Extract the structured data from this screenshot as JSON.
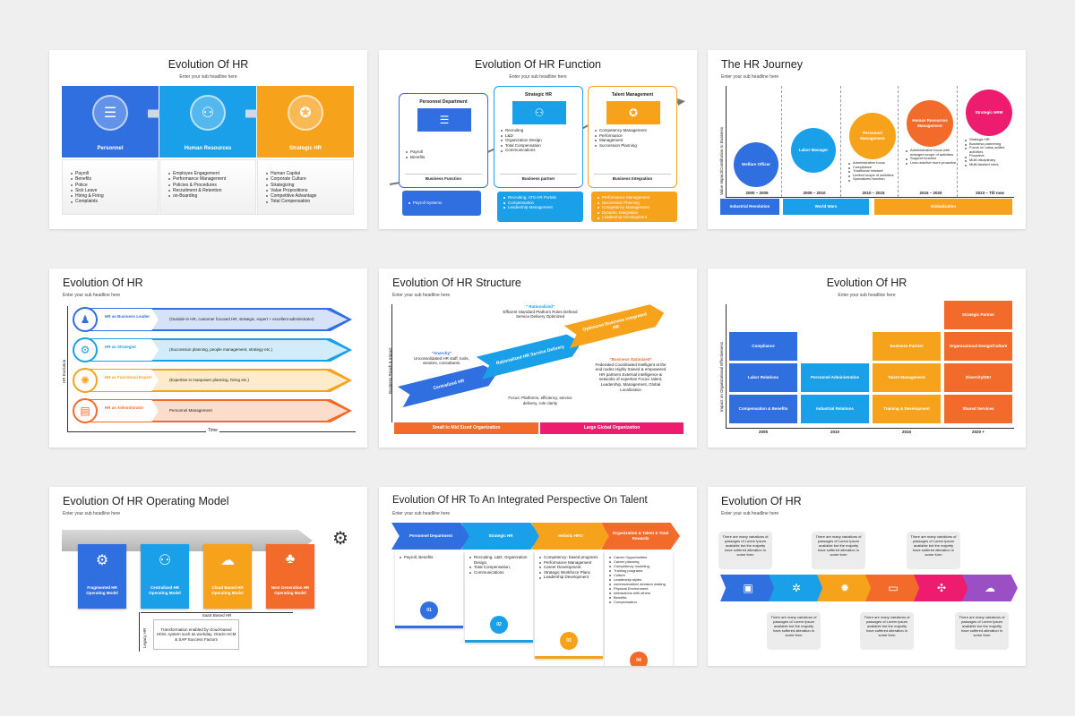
{
  "s1": {
    "title": "Evolution Of HR",
    "sub": "Enter your sub headline here",
    "cols": [
      {
        "label": "Personnel",
        "color": "#2f6fe0",
        "icon": "clipboard-icon",
        "glyph": "☰",
        "items": [
          "Payroll",
          "Benefits",
          "Police",
          "Sick Leave",
          "Hiring & Firing",
          "Complaints"
        ]
      },
      {
        "label": "Human Resources",
        "color": "#1aa0e8",
        "icon": "people-network-icon",
        "glyph": "⚇",
        "items": [
          "Employee Engagement",
          "Performance Management",
          "Policies & Procedures",
          "Recruitment & Retention",
          "on-Boarding"
        ]
      },
      {
        "label": "Strategic HR",
        "color": "#f7a21b",
        "icon": "strategy-network-icon",
        "glyph": "✪",
        "items": [
          "Human Capital",
          "Corporate Culture",
          "Strategizing",
          "Value Propositions",
          "Competitive Advantage",
          "Total Compensation"
        ]
      }
    ]
  },
  "s2": {
    "title": "Evolution Of HR Function",
    "sub": "Enter your sub headline here",
    "cards": [
      {
        "head": "Personnel Department",
        "color": "#2f6fe0",
        "icon": "document-icon",
        "glyph": "☰",
        "items": [
          "Payroll",
          "Benefits"
        ],
        "foot": "Business Function",
        "bottom": [
          "Payroll Systems"
        ]
      },
      {
        "head": "Strategic HR",
        "color": "#1aa0e8",
        "icon": "team-icon",
        "glyph": "⚇",
        "items": [
          "Recruiting",
          "L&D",
          "Organization Design",
          "Total Compensation",
          "Communications"
        ],
        "foot": "Business partner",
        "bottom": [
          "Recruiting, ATS HR Portals",
          "Compensation",
          "Leadership Management"
        ]
      },
      {
        "head": "Talent Management",
        "color": "#f7a21b",
        "icon": "talent-icon",
        "glyph": "✪",
        "items": [
          "Competency Management",
          "Performance",
          "Management",
          "Succession Planning"
        ],
        "foot": "Business Integration",
        "bottom": [
          "Performance Management",
          "Succession Planning",
          "Competency Management",
          "Dynamic Integration",
          "Leadership Development"
        ]
      }
    ]
  },
  "s3": {
    "title": "The HR Journey",
    "sub": "Enter your sub headline here",
    "ylabel": "Value Impact/Contribution to Business",
    "stages": [
      {
        "label": "Welfare Officer",
        "color": "#2f6fe0",
        "years": "2000 – 2005",
        "items": []
      },
      {
        "label": "Labor Manager",
        "color": "#1aa0e8",
        "years": "2005 – 2010",
        "items": []
      },
      {
        "label": "Personnel Management",
        "color": "#f7a21b",
        "years": "2010 – 2015",
        "items": [
          "Administrative focus",
          "Compliance",
          "Traditional mindset",
          "Limited scope of activities",
          "Specialized function"
        ]
      },
      {
        "label": "Human Resources Management",
        "color": "#f26b2a",
        "years": "2015 – 2020",
        "items": [
          "Administrative focus with enlarged scope of activities",
          "Support function",
          "Less reactive more proactive"
        ]
      },
      {
        "label": "Strategic HRM",
        "color": "#ee1c6e",
        "years": "2023 – Till now",
        "items": [
          "Strategic HR",
          "Business partnering",
          "Focus on value added activities",
          "Proactive",
          "Multi disciplinary",
          "Multi faceted roles"
        ]
      }
    ],
    "bands": [
      {
        "label": "Industrial Revolution",
        "color": "#2f6fe0"
      },
      {
        "label": "World Wars",
        "color": "#1aa0e8"
      },
      {
        "label": "Globalization",
        "color": "#f7a21b"
      }
    ]
  },
  "s4": {
    "title": "Evolution Of HR",
    "sub": "Enter your sub headline here",
    "ylabel": "HR Evolution",
    "xlabel": "Time",
    "rows": [
      {
        "label": "HR as Business Leader",
        "text": "(Outside-in HR, customer focused HR, strategic, expert + excellent administrator)",
        "color": "#2f6fe0",
        "bg": "#d6e2f8",
        "icon": "leader-icon",
        "glyph": "♟"
      },
      {
        "label": "HR as Strategist",
        "text": "(Succession planning, people management, strategy etc.)",
        "color": "#1aa0e8",
        "bg": "#d2ecfa",
        "icon": "strategist-icon",
        "glyph": "⚙"
      },
      {
        "label": "HR as Functional Expert",
        "text": "(Expertise in manpower planning, hiring etc.)",
        "color": "#f7a21b",
        "bg": "#fdebc9",
        "icon": "expert-icon",
        "glyph": "✺"
      },
      {
        "label": "HR as Administrator",
        "text": "Personnel Management",
        "color": "#f26b2a",
        "bg": "#fcdccb",
        "icon": "administrator-icon",
        "glyph": "▤"
      }
    ]
  },
  "s5": {
    "title": "Evolution Of HR Structure",
    "sub": "Enter your sub headline here",
    "ylabel": "Business Reach & Impact",
    "arrows": [
      {
        "label": "Centralized HR",
        "color": "#2f6fe0"
      },
      {
        "label": "Rationalized HR Service Delivery",
        "color": "#1aa0e8"
      },
      {
        "label": "Optimized Business Integrated HR",
        "color": "#f7a21b"
      }
    ],
    "notes": {
      "anarchy_title": "\"Anarchy\"",
      "anarchy": "Unconsolidated HR staff, tools, vendors, consultants.",
      "rational_title": "\" Rationalized\"",
      "rational": "Efficient Standard Platform Roles Defined Service Delivery Optimized",
      "optim_title": "\"Business Optimized\"",
      "optim": "Federated Coordinated intelligent at the end nodes Highly trained & empowered HR partners External intelligence & networks of expertise Focus: talent, Leadership, Management, Global Localization",
      "focus": "Focus: Platforms, efficiency, service delivery, role clarity"
    },
    "bands": [
      {
        "label": "Small to Mid Sized Organization",
        "color": "#f26b2a"
      },
      {
        "label": "Large Global Organization",
        "color": "#ee1c6e"
      }
    ]
  },
  "s6": {
    "title": "Evolution Of HR",
    "sub": "Enter your sub headline here",
    "ylabel": "Impact on Organizational Effectiveness",
    "years": [
      "2005",
      "2010",
      "2015",
      "2020 +"
    ],
    "cols": [
      {
        "color": "#2f6fe0",
        "items": [
          "Compliance",
          "Labor Relations",
          "Compensation & Benefits"
        ]
      },
      {
        "color": "#1aa0e8",
        "items": [
          "Personnel Administrative",
          "Industrial Relations"
        ]
      },
      {
        "color": "#f7a21b",
        "items": [
          "Business Partner",
          "Talent Management",
          "Training & Development"
        ]
      },
      {
        "color": "#f26b2a",
        "items": [
          "Strategic Partner",
          "Organizational Design/Culture",
          "Diversity/DEI",
          "Shared Services"
        ]
      }
    ]
  },
  "s7": {
    "title": "Evolution Of HR Operating Model",
    "sub": "Enter your sub headline here",
    "cards": [
      {
        "label": "Fragmented HR Operating Model",
        "color": "#2f6fe0",
        "icon": "brain-gear-icon",
        "glyph": "⚙"
      },
      {
        "label": "Centralized HR Operating Model",
        "color": "#1aa0e8",
        "icon": "network-icon",
        "glyph": "⚇"
      },
      {
        "label": "Cloud Based HR Operating Model",
        "color": "#f7a21b",
        "icon": "cloud-people-icon",
        "glyph": "☁"
      },
      {
        "label": "Next Generation HR Operating Model",
        "color": "#f26b2a",
        "icon": "org-chart-icon",
        "glyph": "♣"
      }
    ],
    "saas": "SaaS Based HR",
    "legacy": "Legacy HR",
    "note": "Transformation enabled by cloud-based HCM, system such as workday, Oracle HCM & SAP Success Factors"
  },
  "s8": {
    "title": "Evolution Of HR To An Integrated Perspective On Talent",
    "sub": "Enter your sub headline here",
    "cols": [
      {
        "head": "Personnel Department",
        "color": "#2f6fe0",
        "num": "01",
        "items": [
          "Payroll, Benefits"
        ]
      },
      {
        "head": "Strategic HR",
        "color": "#1aa0e8",
        "num": "02",
        "items": [
          "Recruiting, L&D, Organization Design,",
          "Total Compensation,",
          "Communications"
        ]
      },
      {
        "head": "Holistic HRO",
        "color": "#f7a21b",
        "num": "03",
        "items": [
          "Competency- based programs",
          "Performance Management",
          "Career Development",
          "Strategic Workforce Plans",
          "Leadership Development"
        ]
      },
      {
        "head": "Organization & Talent & Total Rewards",
        "color": "#f26b2a",
        "num": "04",
        "items": [
          "Career Opportunities",
          "Career planning",
          "Competency modeling",
          "Training programs",
          "Culture",
          "Leadership styles",
          "communication/ decision making",
          "Physical Environment",
          "Interactions with others",
          "Benefits",
          "Compensation"
        ]
      }
    ]
  },
  "s9": {
    "title": "Evolution Of HR",
    "sub": "Enter your sub headline here",
    "top": [
      "There are many variations of passages of Lorem Ipsum available but the majority have suffered alteration in some form",
      "There are many variations of passages of Lorem Ipsum available but the majority have suffered alteration in some form",
      "There are many variations of passages of Lorem Ipsum available but the majority have suffered alteration in some form"
    ],
    "bottom": [
      "There are many variations of passages of Lorem Ipsum available but the majority have suffered alteration in some form",
      "There are many variations of passages of Lorem Ipsum available but the majority have suffered alteration in some form",
      "There are many variations of passages of Lorem Ipsum available but the majority have suffered alteration in some form"
    ],
    "chevrons": [
      {
        "color": "#2f6fe0",
        "icon": "presentation-icon",
        "glyph": "▣"
      },
      {
        "color": "#1aa0e8",
        "icon": "network-icon",
        "glyph": "✲"
      },
      {
        "color": "#f7a21b",
        "icon": "gear-icon",
        "glyph": "✹"
      },
      {
        "color": "#f26b2a",
        "icon": "laptop-icon",
        "glyph": "▭"
      },
      {
        "color": "#ee1c6e",
        "icon": "hub-icon",
        "glyph": "✣"
      },
      {
        "color": "#9b4fc4",
        "icon": "cloud-settings-icon",
        "glyph": "☁"
      }
    ]
  }
}
